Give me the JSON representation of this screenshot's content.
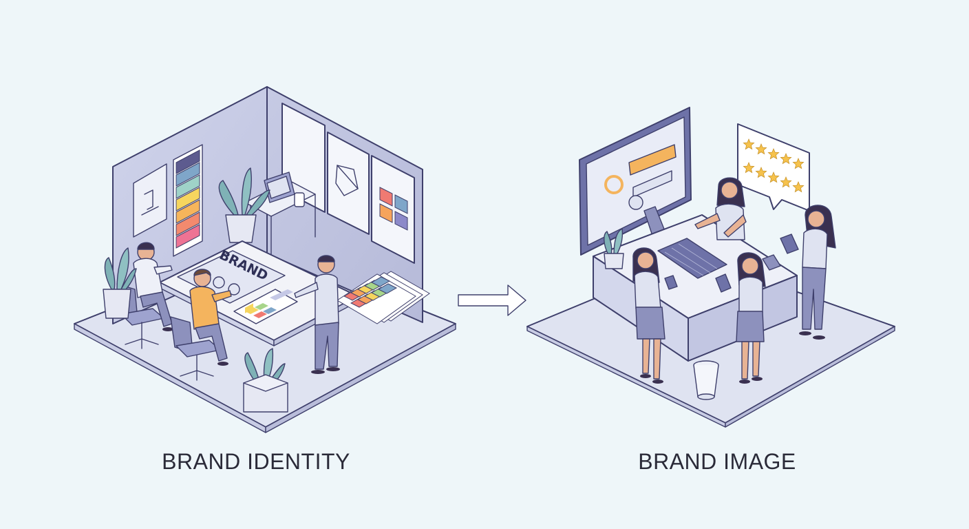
{
  "captions": {
    "left": "BRAND IDENTITY",
    "right": "BRAND IMAGE"
  },
  "mat_lettering": "BRAND",
  "palette": {
    "background": "#eef6f9",
    "floor": "#dfe3f1",
    "wall": "#c9cde6",
    "outline": "#3e3f6b",
    "accent_orange": "#f4b45e",
    "skin": "#e8b394",
    "plant": "#7fb2b6",
    "star": "#f6c24c"
  },
  "swatch_colors": [
    "#5d5b8f",
    "#7fa6c9",
    "#9fd2c8",
    "#f6d55e",
    "#f6b55b",
    "#f38a6e",
    "#ee7394"
  ],
  "fan_colors": [
    "#f07a72",
    "#f6a45c",
    "#f6d55e",
    "#a8d58a",
    "#7fa6c9"
  ],
  "tile_colors": [
    "#f07a72",
    "#7fa6c9",
    "#f6a45c",
    "#8c89c9"
  ],
  "review_stars": 10,
  "icons": {
    "arrow": "right-arrow-icon",
    "review": "speech-bubble-icon",
    "monitor": "monitor-icon"
  }
}
